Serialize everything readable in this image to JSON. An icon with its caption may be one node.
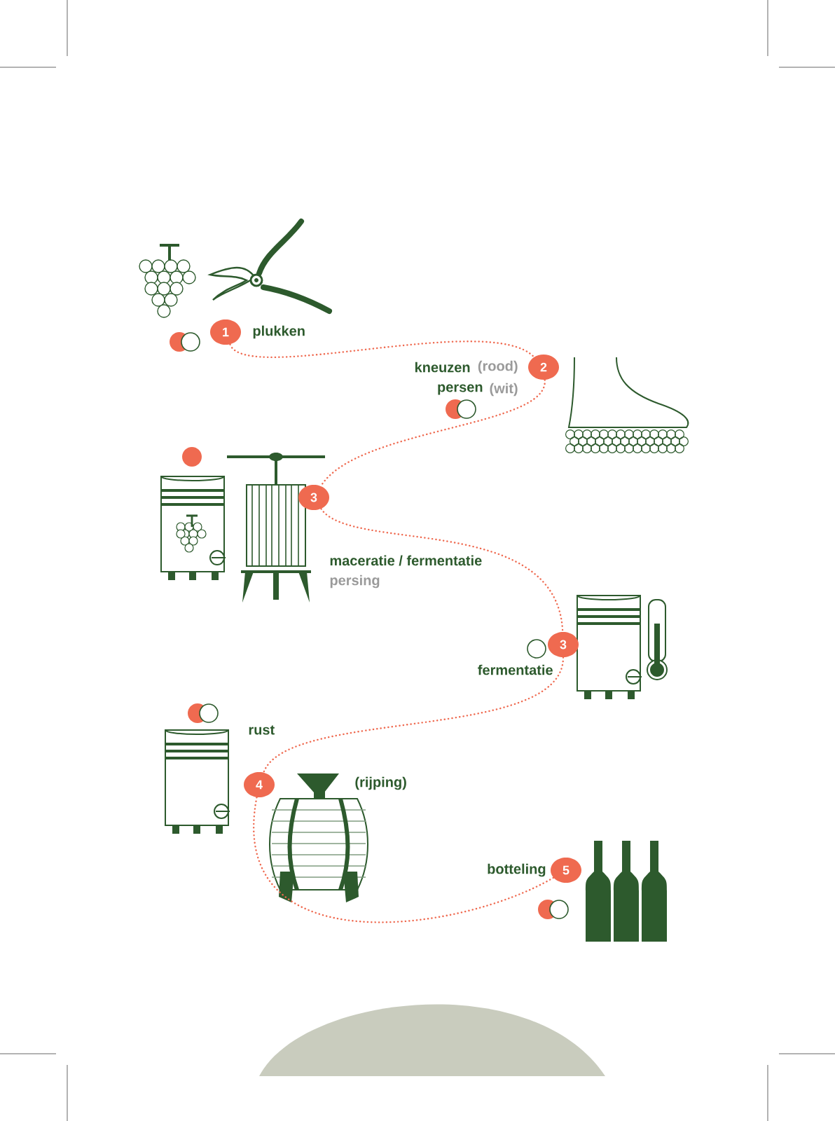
{
  "diagram": {
    "nodes": [
      {
        "text": [
          "1"
        ],
        "beside": [
          "plukken"
        ]
      },
      {
        "text": [
          "2"
        ],
        "beside": [
          "kneuzen",
          "(rood)",
          "persen",
          "(wit)"
        ]
      },
      {
        "text": [
          "3"
        ],
        "beside": [
          "maceratie / fermentatie",
          "persing"
        ]
      },
      {
        "text": [
          "3"
        ],
        "beside": [
          "fermentatie"
        ]
      },
      {
        "text": [
          "4"
        ],
        "beside": [
          "rust"
        ]
      },
      {
        "text": [
          "5"
        ],
        "beside": [
          "botteling"
        ]
      }
    ],
    "edges": [
      {
        "from": 0,
        "to": 1,
        "arrow": "none"
      },
      {
        "from": 1,
        "to": 2,
        "arrow": "none"
      },
      {
        "from": 2,
        "to": 3,
        "arrow": "none"
      },
      {
        "from": 3,
        "to": 4,
        "arrow": "none"
      },
      {
        "from": 4,
        "to": 5,
        "arrow": "none"
      }
    ],
    "labels": [
      "(rijping)"
    ]
  }
}
